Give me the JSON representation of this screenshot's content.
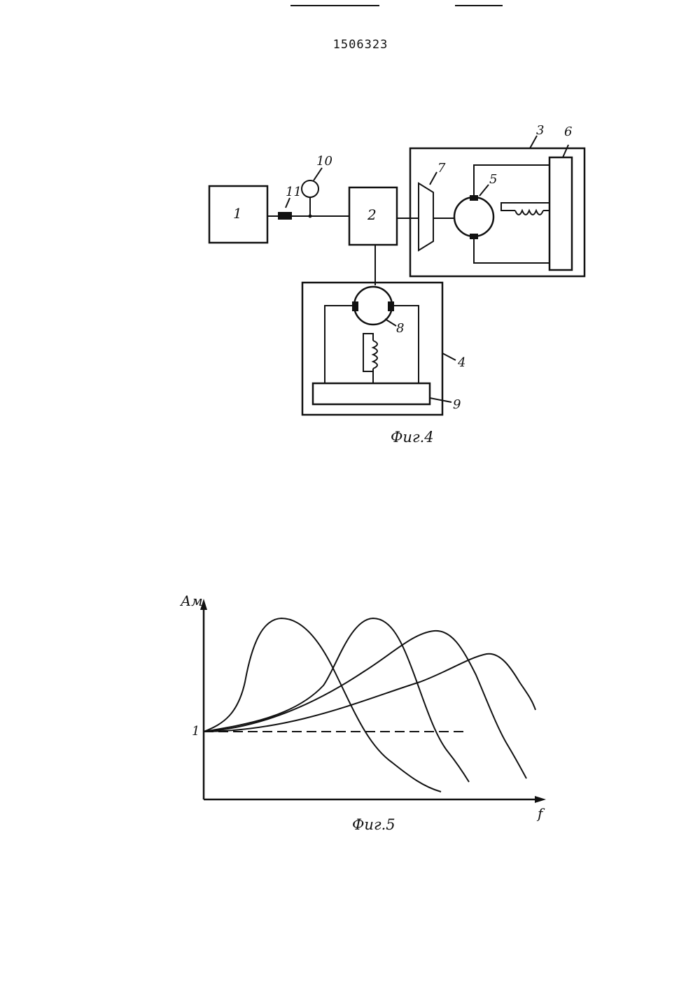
{
  "header": {
    "patent_number": "1506323"
  },
  "fig4": {
    "caption": "Фиг.4",
    "labels": {
      "block1": "1",
      "block2": "2",
      "block3": "3",
      "block4": "4",
      "motor5": "5",
      "block6": "6",
      "transformer7": "7",
      "motor8": "8",
      "block9": "9",
      "sensor10": "10",
      "coupling11": "11"
    }
  },
  "fig5": {
    "caption": "Фиг.5",
    "y_axis_label": "Ам",
    "x_axis_label": "f",
    "y_tick_label": "1"
  },
  "chart_data": {
    "type": "line",
    "xlabel": "f",
    "ylabel": "Ам",
    "y_ticks": [
      "1"
    ],
    "reference_line": {
      "y": 1,
      "style": "dashed"
    },
    "series": [
      {
        "peak_order": 1,
        "peak_relative_height": 1.0
      },
      {
        "peak_order": 2,
        "peak_relative_height": 1.0
      },
      {
        "peak_order": 3,
        "peak_relative_height": 0.89
      },
      {
        "peak_order": 4,
        "peak_relative_height": 0.71
      }
    ]
  }
}
